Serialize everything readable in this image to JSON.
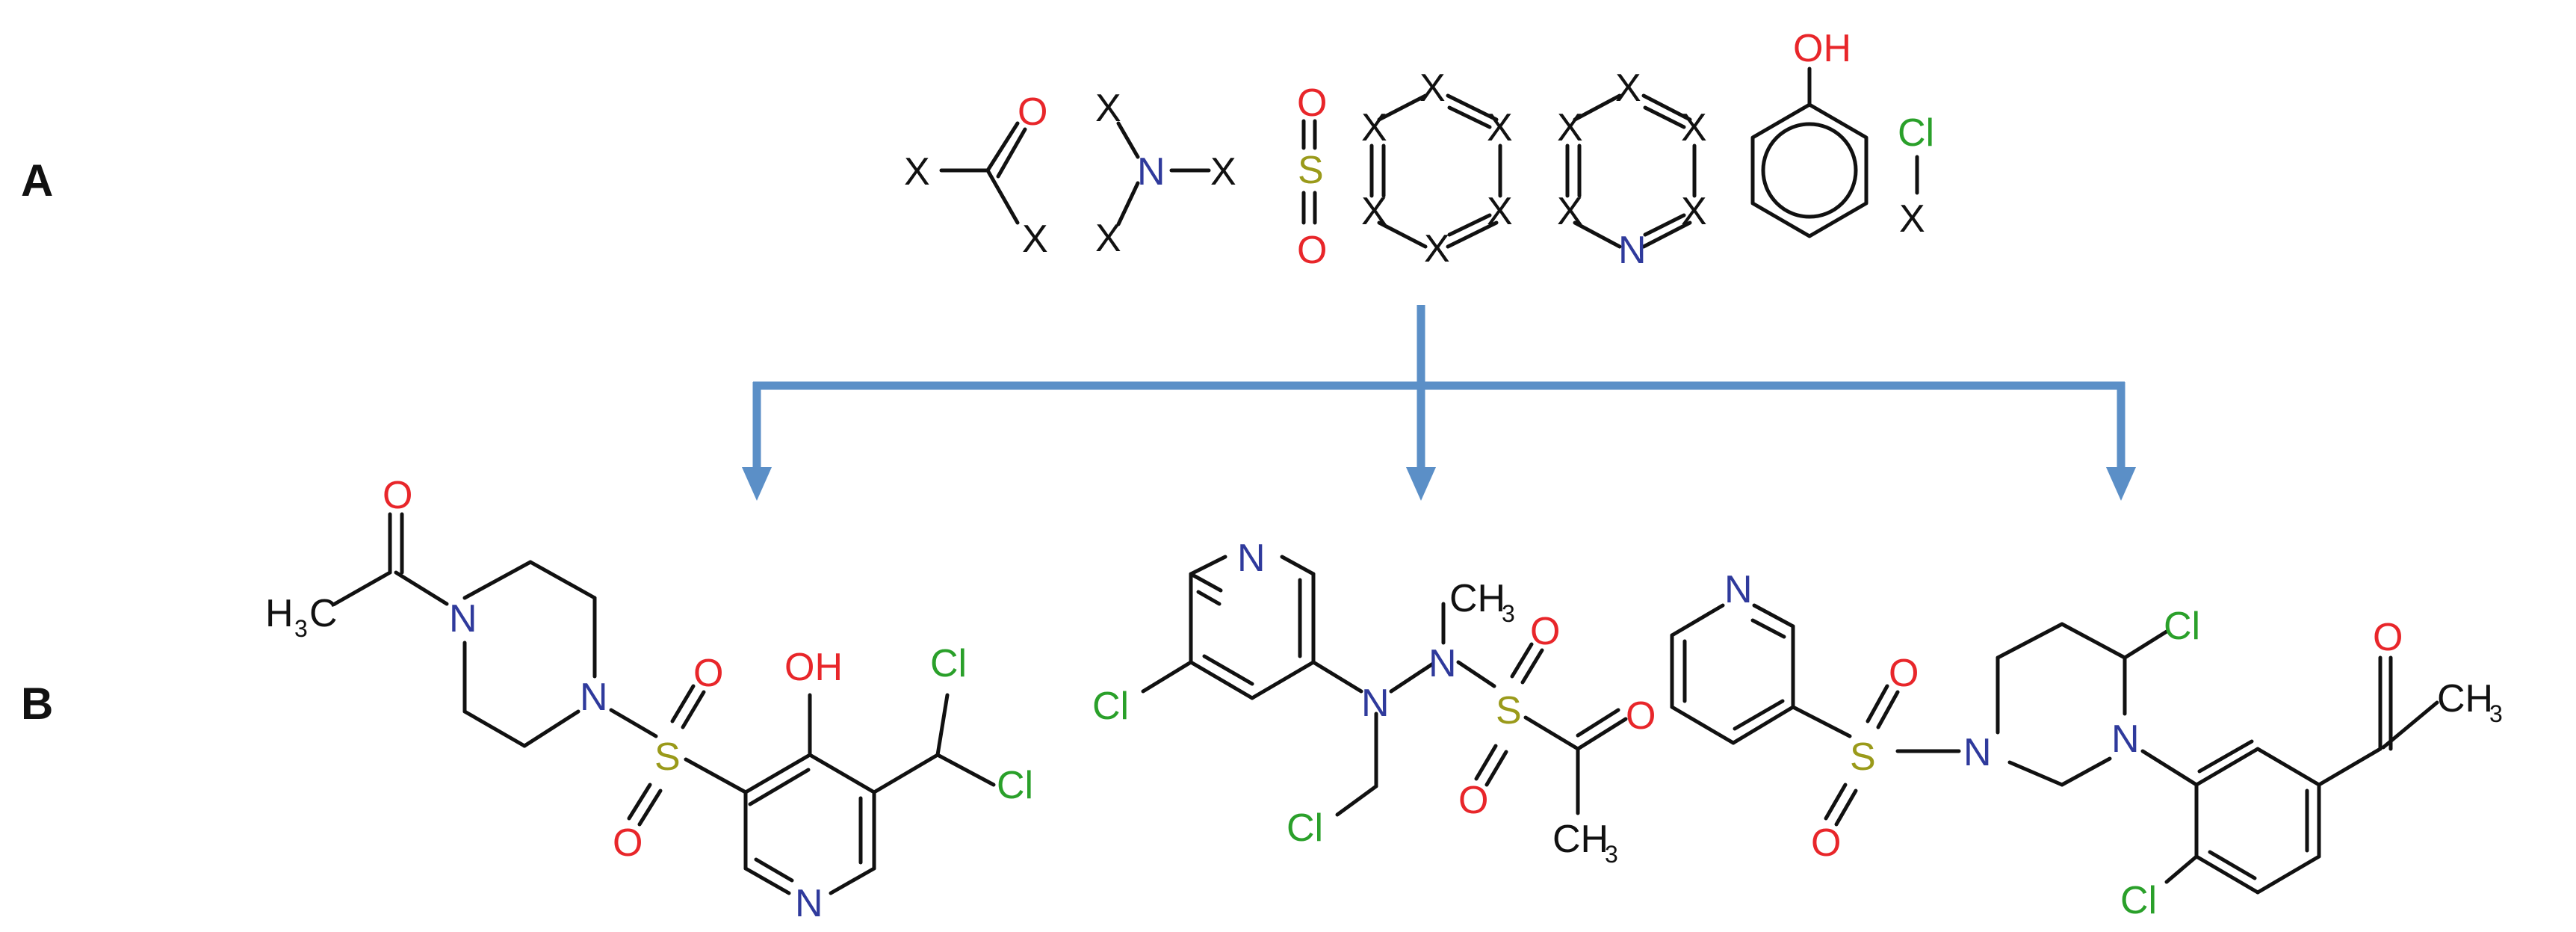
{
  "panels": {
    "a": "A",
    "b": "B"
  },
  "colors": {
    "oxygen": "#e8262a",
    "nitrogen": "#2f3a9c",
    "sulfur": "#9a9a1a",
    "chlorine": "#2aa02a",
    "arrow": "#5b8fc7",
    "bond": "#111111"
  },
  "fragments": {
    "carbonyl": {
      "o": "O",
      "x1": "X",
      "x2": "X"
    },
    "amine": {
      "n": "N",
      "x1": "X",
      "x2": "X",
      "x3": "X"
    },
    "sulfonyl": {
      "s": "S",
      "o1": "O",
      "o2": "O"
    },
    "benzene": {
      "x": [
        "X",
        "X",
        "X",
        "X",
        "X",
        "X"
      ]
    },
    "pyridine": {
      "n": "N",
      "x": [
        "X",
        "X",
        "X",
        "X",
        "X"
      ]
    },
    "phenol": {
      "oh": "OH"
    },
    "chloro": {
      "cl": "Cl",
      "x": "X"
    }
  },
  "molecules": {
    "m1": {
      "o_acetyl": "O",
      "h3c": "H",
      "h3c_sub": "3",
      "h3c_c": "C",
      "n1": "N",
      "n2": "N",
      "s": "S",
      "o1": "O",
      "o2": "O",
      "oh": "OH",
      "cl1": "Cl",
      "cl2": "Cl",
      "n_py": "N"
    },
    "m2": {
      "n_py": "N",
      "cl_ring": "Cl",
      "n1": "N",
      "n2": "N",
      "ch3_c": "CH",
      "ch3_sub": "3",
      "s": "S",
      "o1": "O",
      "o2": "O",
      "o3": "O",
      "cl_ch2": "Cl",
      "ch3b_c": "CH",
      "ch3b_sub": "3"
    },
    "m3": {
      "n_py": "N",
      "s": "S",
      "o1": "O",
      "o2": "O",
      "n1": "N",
      "n2": "N",
      "cl1": "Cl",
      "cl2": "Cl",
      "o_acetyl": "O",
      "ch3_c": "CH",
      "ch3_sub": "3"
    }
  }
}
